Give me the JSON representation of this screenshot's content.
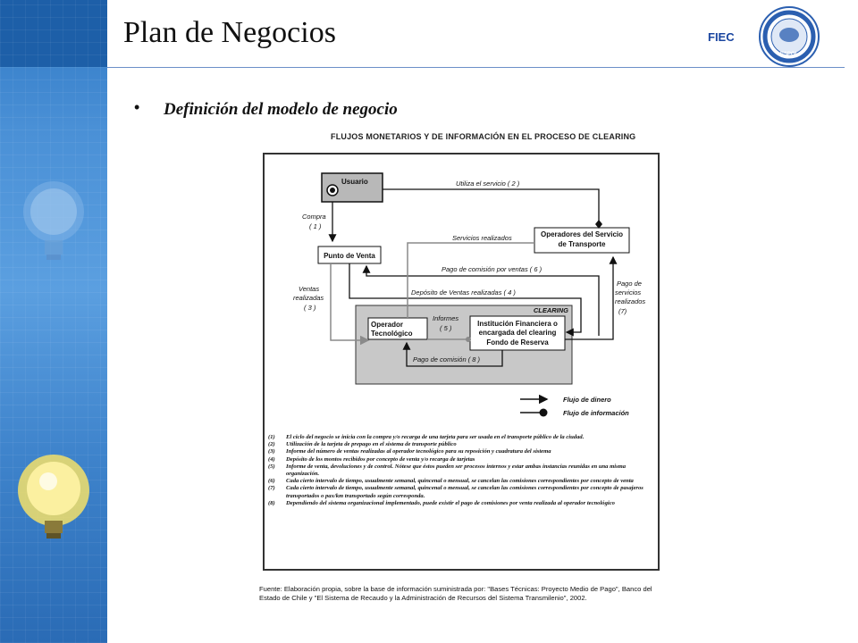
{
  "slide": {
    "title": "Plan de Negocios",
    "brand": "FIEC",
    "seal_text": "ESPOL",
    "bullet": "Definición del modelo de negocio"
  },
  "figure": {
    "title": "FLUJOS MONETARIOS Y DE INFORMACIÓN EN EL PROCESO DE CLEARING",
    "nodes": {
      "usuario": "Usuario",
      "operadores_l1": "Operadores del Servicio",
      "operadores_l2": "de Transporte",
      "punto_venta": "Punto de Venta",
      "clearing": "CLEARING",
      "operador_l1": "Operador",
      "operador_l2": "Tecnológico",
      "institucion_l1": "Institución Financiera o",
      "institucion_l2": "encargada del clearing",
      "institucion_l3": "Fondo de Reserva"
    },
    "edges": {
      "utiliza": "Utiliza el servicio ( 2 )",
      "compra_l1": "Compra",
      "compra_l2": "( 1 )",
      "servicios": "Servicios realizados",
      "pago_comision_ventas": "Pago de comisión por ventas ( 6 )",
      "deposito": "Depósito de Ventas realizadas ( 4 )",
      "ventas_l1": "Ventas",
      "ventas_l2": "realizadas",
      "ventas_l3": "( 3 )",
      "pago_serv_l1": "Pago de",
      "pago_serv_l2": "servicios",
      "pago_serv_l3": "realizados",
      "pago_serv_l4": "(7)",
      "informes_l1": "Informes",
      "informes_l2": "( 5 )",
      "pago_comision": "Pago de comisión ( 8 )"
    },
    "legend": {
      "money": "Flujo de dinero",
      "info": "Flujo de información"
    },
    "notes": [
      {
        "num": "(1)",
        "text": "El ciclo del negocio se inicia con la compra y/o recarga de una tarjeta para ser usada en el transporte público de la ciudad."
      },
      {
        "num": "(2)",
        "text": "Utilización de la tarjeta de prepago en el sistema de transporte público"
      },
      {
        "num": "(3)",
        "text": "Informe del número de ventas realizadas al operador tecnológico para su reposición y cuadratura del sistema"
      },
      {
        "num": "(4)",
        "text": "Depósito de los montos recibidos por concepto de venta y/o recarga de tarjetas"
      },
      {
        "num": "(5)",
        "text": "Informe de venta, devoluciones y de control. Nótese que éstos pueden ser procesos internos y estar ambas instancias reunidas en una misma organización."
      },
      {
        "num": "(6)",
        "text": "Cada cierto intervalo de tiempo, usualmente semanal, quincenal o mensual, se cancelan las comisiones correspondientes por concepto de venta"
      },
      {
        "num": "(7)",
        "text": "Cada cierto intervalo de tiempo, usualmente semanal, quincenal o mensual, se cancelan las comisiones correspondientes por concepto de pasajeros transportados o pax/km transportado según corresponda."
      },
      {
        "num": "(8)",
        "text": "Dependiendo del sistema organizacional implementado, puede existir el pago de comisiones por venta realizada al operador tecnológico"
      }
    ],
    "source": "Fuente: Elaboración propia, sobre la base de información suministrada por: \"Bases Técnicas: Proyecto Medio de Pago\", Banco del Estado de Chile y \"El Sistema de Recaudo y la Administración de Recursos del Sistema Transmilenio\", 2002."
  },
  "colors": {
    "band": "#3f84cc",
    "clearing_fill": "#c8c8c8",
    "info_line": "#8a8a8a",
    "money_line": "#111111"
  },
  "icons": [
    "lightbulb-blue-icon",
    "lightbulb-yellow-icon",
    "espol-seal-icon"
  ]
}
